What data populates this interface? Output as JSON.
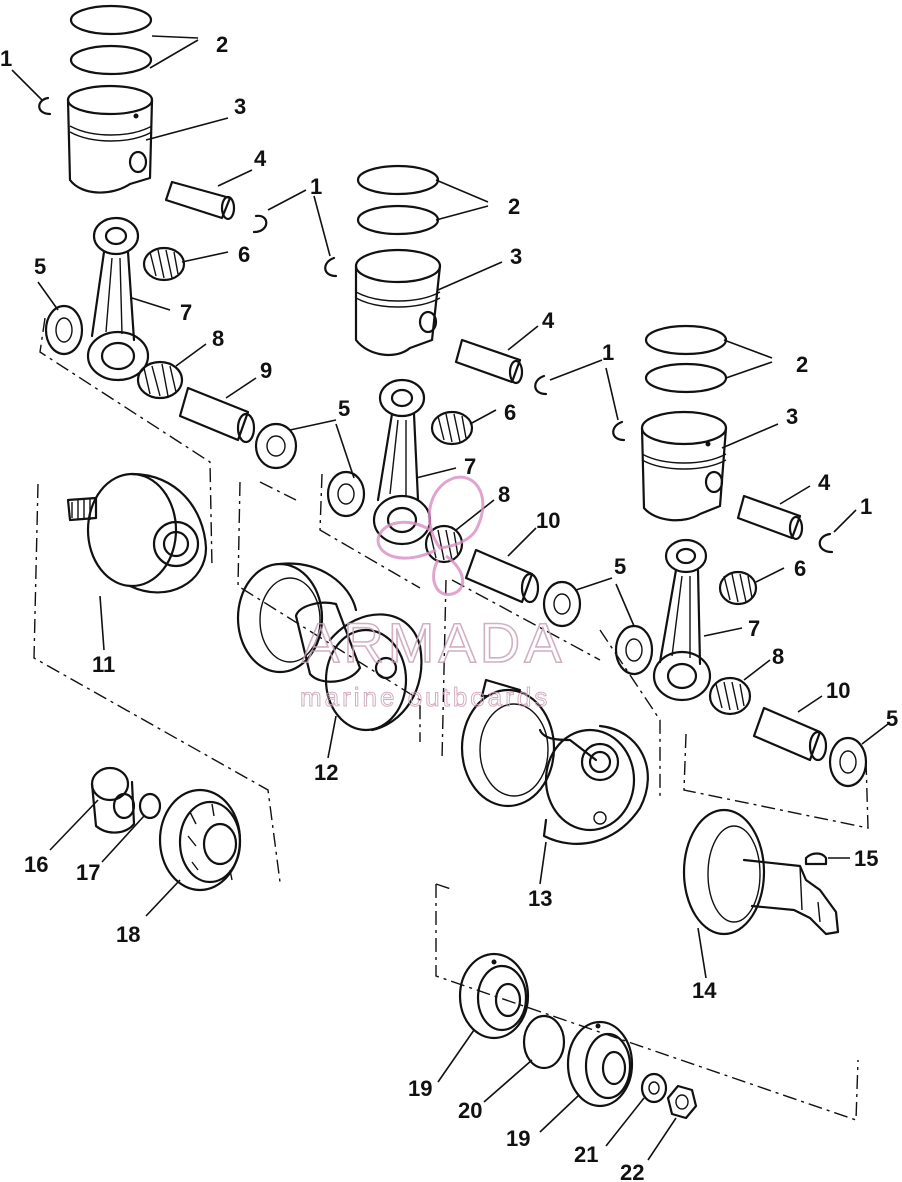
{
  "watermark": {
    "brand": "ARMADA",
    "tagline": "marine outboards",
    "logo_icon": "propeller-flower-icon",
    "color": "#c9a2b8"
  },
  "parts": [
    {
      "id": "1",
      "name": "ring-clip"
    },
    {
      "id": "2",
      "name": "piston-rings"
    },
    {
      "id": "3",
      "name": "piston"
    },
    {
      "id": "4",
      "name": "piston-pin"
    },
    {
      "id": "5",
      "name": "thrust-washer"
    },
    {
      "id": "6",
      "name": "needle-bearing-small"
    },
    {
      "id": "7",
      "name": "connecting-rod"
    },
    {
      "id": "8",
      "name": "needle-bearing-large"
    },
    {
      "id": "9",
      "name": "crank-pin"
    },
    {
      "id": "10",
      "name": "crank-pin"
    },
    {
      "id": "11",
      "name": "crank-web-end"
    },
    {
      "id": "12",
      "name": "crank-web-center"
    },
    {
      "id": "13",
      "name": "crank-web-center"
    },
    {
      "id": "14",
      "name": "crank-web-pto"
    },
    {
      "id": "15",
      "name": "woodruff-key"
    },
    {
      "id": "16",
      "name": "collar"
    },
    {
      "id": "17",
      "name": "snap-ring"
    },
    {
      "id": "18",
      "name": "ball-bearing"
    },
    {
      "id": "19",
      "name": "ball-bearing"
    },
    {
      "id": "20",
      "name": "snap-ring"
    },
    {
      "id": "21",
      "name": "washer"
    },
    {
      "id": "22",
      "name": "nut"
    }
  ],
  "callouts": [
    {
      "id": "c-1a",
      "text": "1"
    },
    {
      "id": "c-2a",
      "text": "2"
    },
    {
      "id": "c-3a",
      "text": "3"
    },
    {
      "id": "c-4a",
      "text": "4"
    },
    {
      "id": "c-1b",
      "text": "1"
    },
    {
      "id": "c-2b",
      "text": "2"
    },
    {
      "id": "c-3b",
      "text": "3"
    },
    {
      "id": "c-4b",
      "text": "4"
    },
    {
      "id": "c-5a",
      "text": "5"
    },
    {
      "id": "c-6a",
      "text": "6"
    },
    {
      "id": "c-7a",
      "text": "7"
    },
    {
      "id": "c-8a",
      "text": "8"
    },
    {
      "id": "c-9",
      "text": "9"
    },
    {
      "id": "c-1c",
      "text": "1"
    },
    {
      "id": "c-2c",
      "text": "2"
    },
    {
      "id": "c-3c",
      "text": "3"
    },
    {
      "id": "c-4c",
      "text": "4"
    },
    {
      "id": "c-1d",
      "text": "1"
    },
    {
      "id": "c-5b",
      "text": "5"
    },
    {
      "id": "c-6b",
      "text": "6"
    },
    {
      "id": "c-7b",
      "text": "7"
    },
    {
      "id": "c-8b",
      "text": "8"
    },
    {
      "id": "c-10a",
      "text": "10"
    },
    {
      "id": "c-5c",
      "text": "5"
    },
    {
      "id": "c-6c",
      "text": "6"
    },
    {
      "id": "c-7c",
      "text": "7"
    },
    {
      "id": "c-8c",
      "text": "8"
    },
    {
      "id": "c-10b",
      "text": "10"
    },
    {
      "id": "c-5d",
      "text": "5"
    },
    {
      "id": "c-11",
      "text": "11"
    },
    {
      "id": "c-12",
      "text": "12"
    },
    {
      "id": "c-13",
      "text": "13"
    },
    {
      "id": "c-14",
      "text": "14"
    },
    {
      "id": "c-15",
      "text": "15"
    },
    {
      "id": "c-16",
      "text": "16"
    },
    {
      "id": "c-17",
      "text": "17"
    },
    {
      "id": "c-18",
      "text": "18"
    },
    {
      "id": "c-19a",
      "text": "19"
    },
    {
      "id": "c-20",
      "text": "20"
    },
    {
      "id": "c-19b",
      "text": "19"
    },
    {
      "id": "c-21",
      "text": "21"
    },
    {
      "id": "c-22",
      "text": "22"
    }
  ]
}
